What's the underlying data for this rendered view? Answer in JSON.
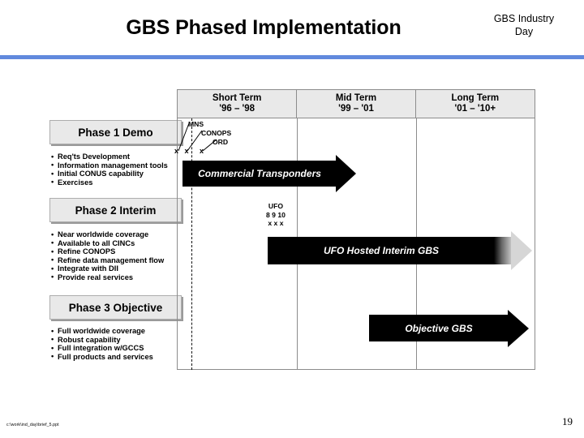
{
  "header": {
    "title": "GBS Phased Implementation",
    "corner_label_line1": "GBS Industry",
    "corner_label_line2": "Day",
    "rule_color": "#6189dd"
  },
  "phases": [
    {
      "box_label": "Phase 1 Demo",
      "bullets": [
        "Req'ts Development",
        "Information management tools",
        "Initial CONUS capability",
        "Exercises"
      ]
    },
    {
      "box_label": "Phase 2 Interim",
      "bullets": [
        "Near worldwide coverage",
        "Available to all CINCs",
        "Refine CONOPS",
        "Refine data management flow",
        "Integrate with DII",
        "Provide real services"
      ]
    },
    {
      "box_label": "Phase 3 Objective",
      "bullets": [
        "Full worldwide coverage",
        "Robust capability",
        "Full integration w/GCCS",
        "Full products and services"
      ]
    }
  ],
  "timeline": {
    "columns": [
      {
        "name": "Short Term",
        "range": "'96 – '98"
      },
      {
        "name": "Mid Term",
        "range": "'99 – '01"
      },
      {
        "name": "Long Term",
        "range": "'01 – '10+"
      }
    ],
    "annotations": {
      "mns": "MNS",
      "conops": "CONOPS",
      "ord": "ORD",
      "milestone_marks_left": "x x",
      "milestone_mark_right": "x",
      "ufo_title": "UFO",
      "ufo_numbers": "8  9 10",
      "ufo_marks": "x  x  x"
    },
    "bars": [
      {
        "label": "Commercial Transponders",
        "color": "#000000"
      },
      {
        "label": "UFO Hosted Interim GBS",
        "color": "#000000"
      },
      {
        "label": "Objective GBS",
        "color": "#000000"
      }
    ]
  },
  "footer": {
    "file_path": "c:\\work\\ind_day\\brief_5.ppt",
    "page_number": "19"
  }
}
